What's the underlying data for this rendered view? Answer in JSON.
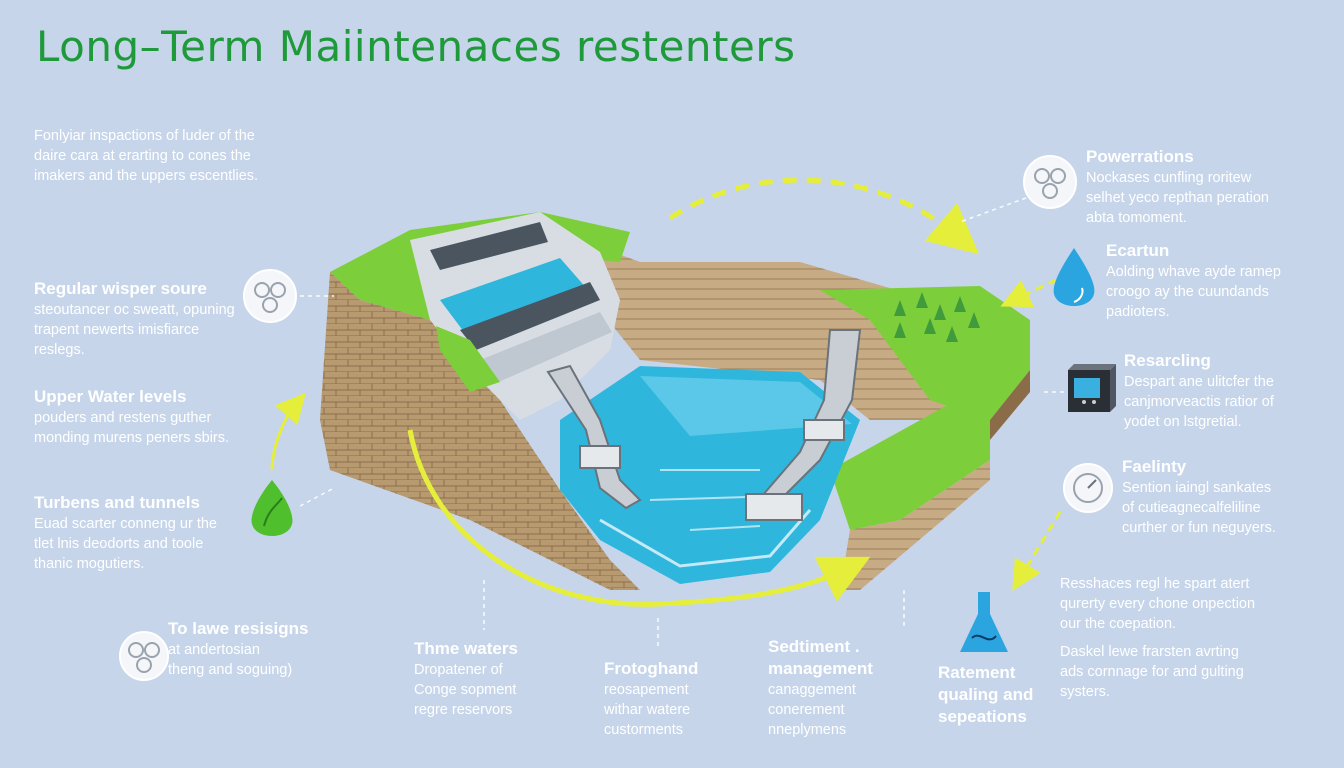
{
  "title": "Long–Term Maiintenaces restenters",
  "colors": {
    "background": "#c6d5ea",
    "title": "#1f9a3a",
    "water": "#2fb6dc",
    "grass": "#7ccf3a",
    "earth": "#b89a70",
    "arrow": "#e6ee3c"
  },
  "left_blocks": [
    {
      "heading": "",
      "lines": [
        "Fonlyiar inspactions of luder of the",
        "daire cara at erarting to cones the",
        "imakers and the uppers escentlies."
      ]
    },
    {
      "heading": "Regular wisper soure",
      "lines": [
        "steoutancer oc sweatt, opuning",
        "trapent newerts imisfiarce",
        "reslegs."
      ]
    },
    {
      "heading": "Upper Water levels",
      "lines": [
        "pouders and restens guther",
        "monding murens peners sbirs."
      ]
    },
    {
      "heading": "Turbens and tunnels",
      "lines": [
        "Euad scarter conneng ur the",
        "tlet lnis deodorts and toole",
        "thanic mogutiers."
      ]
    },
    {
      "heading": "To lawe resisigns",
      "lines": [
        "at andertosian",
        "theng and soguing)"
      ]
    }
  ],
  "bottom_blocks": [
    {
      "heading": "Thme waters",
      "lines": [
        "Dropatener of",
        "Conge sopment",
        "regre reservors"
      ]
    },
    {
      "heading": "Frotoghand",
      "lines": [
        "reosapement",
        "withar watere",
        "custorments"
      ]
    },
    {
      "heading": "Sedtiment .",
      "lines": [
        "management",
        "canaggement",
        "conerement",
        "nneplymens"
      ]
    },
    {
      "heading": "Ratement",
      "lines": [
        "qualing and",
        "sepeations"
      ]
    }
  ],
  "right_blocks": [
    {
      "heading": "Powerrations",
      "lines": [
        "Nockases cunfling roritew",
        "selhet yeco repthan peration",
        "abta tomoment."
      ]
    },
    {
      "heading": "Ecartun",
      "lines": [
        "Aolding whave ayde ramep",
        "croogo ay the cuundands",
        "padioters."
      ]
    },
    {
      "heading": "Resarcling",
      "lines": [
        "Despart ane ulitcfer the",
        "canjmorveactis ratior of",
        "yodet on lstgretial."
      ]
    },
    {
      "heading": "Faelinty",
      "lines": [
        "Sention iaingl sankates",
        "of cutieagnecalfeliline",
        "curther or fun neguyers."
      ]
    },
    {
      "heading": "",
      "lines": [
        "Resshaces regl he spart atert",
        "qurerty every chone onpection",
        "our the coepation."
      ]
    },
    {
      "heading": "",
      "lines": [
        "Daskel lewe frarsten avrting",
        "ads cornnage for and gulting",
        "systers."
      ]
    }
  ],
  "icons": [
    "gear-cluster-icon",
    "leaf-drop-icon",
    "gear-cluster-icon",
    "gear-cluster-icon",
    "water-drop-icon",
    "control-box-icon",
    "gauge-icon",
    "flask-icon"
  ]
}
